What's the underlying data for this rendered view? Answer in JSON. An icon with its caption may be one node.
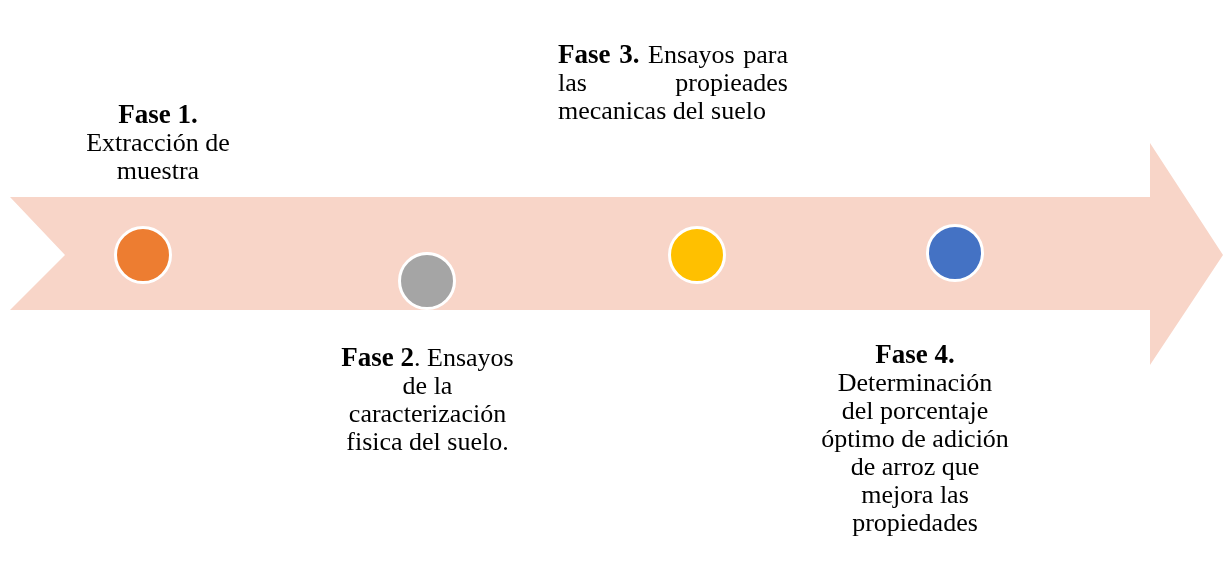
{
  "diagram": {
    "nodes": [
      {
        "text": [],
        "shape": "arrow"
      },
      {
        "text": [],
        "shape": "circle",
        "in": 0,
        "beside": [
          "**Fase 1.** Extracción de muestra"
        ]
      },
      {
        "text": [],
        "shape": "circle",
        "in": 0,
        "beside": [
          "**Fase 2**. Ensayos de la caracterización fisica del suelo."
        ]
      },
      {
        "text": [],
        "shape": "circle",
        "in": 0,
        "beside": [
          "**Fase 3.** Ensayos para las propieades mecanicas del suelo"
        ]
      },
      {
        "text": [],
        "shape": "circle",
        "in": 0,
        "beside": [
          "**Fase 4.** Determinación del porcentaje óptimo de adición de arroz que mejora las propiedades"
        ]
      }
    ],
    "edges": []
  }
}
